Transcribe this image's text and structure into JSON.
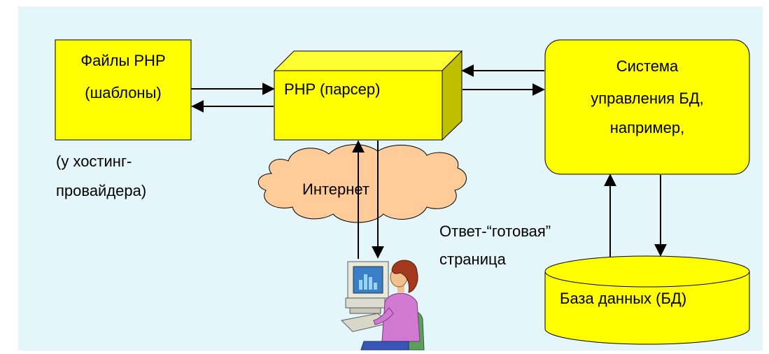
{
  "diagram": {
    "colors": {
      "background": "#e4f6fa",
      "box_fill": "#ffff00",
      "box_shade": "#bfbf00",
      "cloud_fill": "#ffcc99",
      "stroke": "#000000"
    },
    "php_files": {
      "line1": "Файлы PHP",
      "line2": "(шаблоны)"
    },
    "hosting_note": {
      "line1": "(у хостинг-",
      "line2": "провайдера)"
    },
    "php_parser": {
      "label": "PHP (парсер)"
    },
    "dbms": {
      "line1": "Система",
      "line2": "управления БД,",
      "line3": "например,"
    },
    "internet": {
      "label": "Интернет"
    },
    "response": {
      "line1": "Ответ-“готовая”",
      "line2": "страница"
    },
    "database": {
      "label": "База данных (БД)"
    },
    "user_icon": "user-at-computer-icon"
  }
}
